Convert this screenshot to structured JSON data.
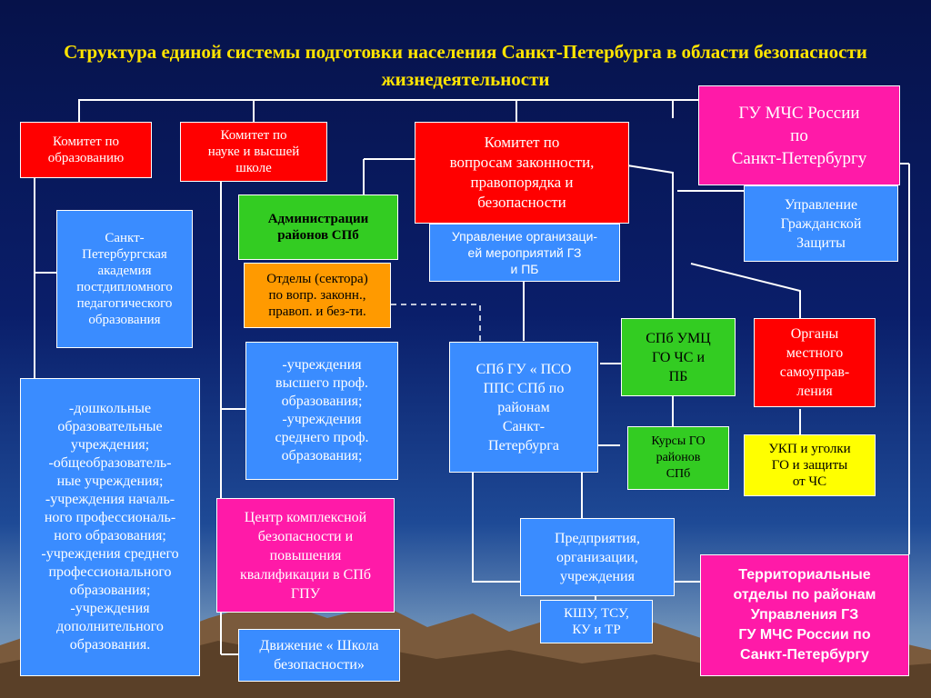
{
  "diagram": {
    "title": "Структура единой системы подготовки населения Санкт-Петербурга в области безопасности жизнедеятельности",
    "boxes": {
      "kom_obr": "Комитет  по\nобразованию",
      "kom_nauka": "Комитет  по\nнауке и высшей\nшколе",
      "kom_zakon": "Комитет  по\nвопросам законности,\nправопорядка и\nбезопасности",
      "gu_mchs": "ГУ МЧС России\nпо\nСанкт-Петербургу",
      "academy": "Санкт-\nПетербургская\nакадемия\nпостдипломного\nпедагогического\nобразования",
      "admin_rayonov": "Администрации\nрайонов СПб",
      "otdely_sektora": "Отделы (сектора)\nпо вопр. законн.,\nправоп. и без-ти.",
      "upr_org_gz": "Управление организаци-\nей мероприятий ГЗ\nи ПБ",
      "upr_gz": "Управление\nГражданской\nЗащиты",
      "doshkolnye": "-дошкольные\nобразовательные\nучреждения;\n-общеобразователь-\nные  учреждения;\n-учреждения началь-\nного  профессиональ-\nного образования;\n-учреждения среднего\nпрофессионального\nобразования;\n-учреждения\nдополнительного\nобразования.",
      "vysshee": "-учреждения\nвысшего проф.\nобразования;\n-учреждения\nсреднего  проф.\nобразования;",
      "spb_gu_pso": "СПб ГУ « ПСО\nППС СПб по\nрайонам\nСанкт-\nПетербурга",
      "spb_umc": "СПб УМЦ\nГО ЧС и\nПБ",
      "organy_msu": "Органы\nместного\nсамоуправ-\nления",
      "kursy_go": "Курсы ГО\nрайонов\nСПб",
      "ukp": "УКП  и  уголки\nГО  и  защиты\nот ЧС",
      "centr_kompleks": "Центр комплексной\nбезопасности и\nповышения\nквалификации в СПб\nГПУ",
      "predpriyatiya": "Предприятия,\nорганизации,\nучреждения",
      "ksh": "КШУ, ТСУ,\nКУ и ТР",
      "dvizhenie": "Движение « Школа\nбезопасности»",
      "territorial": "Территориальные\nотделы по районам\nУправления ГЗ\nГУ МЧС России по\nСанкт-Петербургу"
    }
  }
}
